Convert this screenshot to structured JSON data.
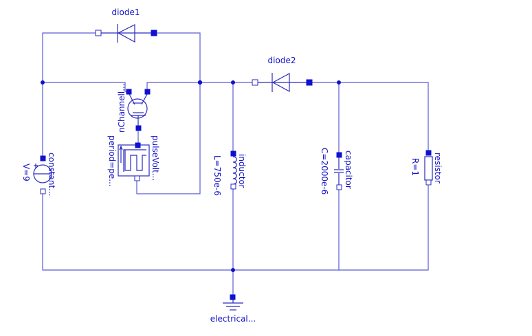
{
  "components": {
    "diode1": {
      "name": "diode1"
    },
    "diode2": {
      "name": "diode2"
    },
    "mosfet": {
      "name": "nChannell..."
    },
    "pulse": {
      "name": "pulseVolt...",
      "param": "period=pe..."
    },
    "source": {
      "name": "constant...",
      "param": "V=9"
    },
    "inductor": {
      "name": "inductor",
      "param": "L=750e-6"
    },
    "capacitor": {
      "name": "capacitor",
      "param": "C=2000e-6"
    },
    "resistor": {
      "name": "resistor",
      "param": "R=1"
    },
    "ground": {
      "name": "electrical..."
    }
  },
  "colors": {
    "wire": "#5b5bd6",
    "component": "#2a2ac0",
    "pin": "#1010d0",
    "text": "#1010c8",
    "background": "#ffffff"
  }
}
